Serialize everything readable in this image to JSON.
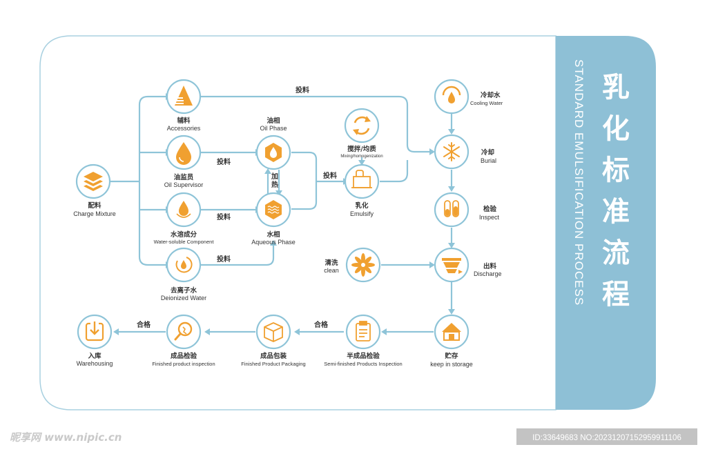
{
  "title": "乳化标准流程",
  "title_chars": [
    "乳",
    "化",
    "标",
    "准",
    "流",
    "程"
  ],
  "subtitle": "STANDARD EMULSIFICATION PROCESS",
  "colors": {
    "accent": "#f0a030",
    "line": "#8ec4d8",
    "panel": "#8ec0d6"
  },
  "nodes": {
    "charge": {
      "cn": "配料",
      "en": "Charge Mixture",
      "icon": "layers-icon"
    },
    "accessories": {
      "cn": "辅料",
      "en": "Accessories",
      "icon": "pyramid-icon"
    },
    "oil_supervisor": {
      "cn": "油监员",
      "en": "Oil Supervisor",
      "icon": "oil-drop-icon"
    },
    "water_soluble": {
      "cn": "水溶成分",
      "en": "Water-soluble Component",
      "icon": "water-drop-icon"
    },
    "deionized": {
      "cn": "去离子水",
      "en": "Deionized Water",
      "icon": "water-cycle-icon"
    },
    "oil_phase": {
      "cn": "油相",
      "en": "Oil Phase",
      "icon": "hexagon-drop-icon"
    },
    "aqueous_phase": {
      "cn": "水相",
      "en": "Aqueous Phase",
      "icon": "hexagon-wave-icon"
    },
    "mixing": {
      "cn": "搅拌/均质",
      "en": "Mixing/homogenization",
      "icon": "refresh-icon"
    },
    "emulsify": {
      "cn": "乳化",
      "en": "Emulsify",
      "icon": "tank-icon"
    },
    "cooling_water": {
      "cn": "冷却水",
      "en": "Cooling Water",
      "icon": "gauge-drop-icon"
    },
    "burial": {
      "cn": "冷却",
      "en": "Burial",
      "icon": "snowflake-icon"
    },
    "inspect": {
      "cn": "检验",
      "en": "Inspect",
      "icon": "test-tubes-icon"
    },
    "clean": {
      "cn": "清洗",
      "en": "clean",
      "icon": "fan-icon"
    },
    "discharge": {
      "cn": "出料",
      "en": "Discharge",
      "icon": "discharge-icon"
    },
    "storage": {
      "cn": "贮存",
      "en": "keep in storage",
      "icon": "house-icon"
    },
    "semi_inspection": {
      "cn": "半成品检验",
      "en": "Semi-finished Products Inspection",
      "icon": "clipboard-icon"
    },
    "packaging": {
      "cn": "成品包装",
      "en": "Finished Product Packaging",
      "icon": "box-icon"
    },
    "finished_inspection": {
      "cn": "成品检验",
      "en": "Finished product inspection",
      "icon": "magnifier-icon"
    },
    "warehousing": {
      "cn": "入库",
      "en": "Warehousing",
      "icon": "warehouse-box-icon"
    }
  },
  "edge_labels": {
    "top": "投料",
    "oil": "投料",
    "water": "投料",
    "deion": "投料",
    "emul": "投料",
    "heat": "加热",
    "qualified_1": "合格",
    "qualified_2": "合格"
  },
  "watermark": {
    "left": "昵享网 www.nipic.cn",
    "right": "ID:33649683 NO:20231207152959911106"
  }
}
